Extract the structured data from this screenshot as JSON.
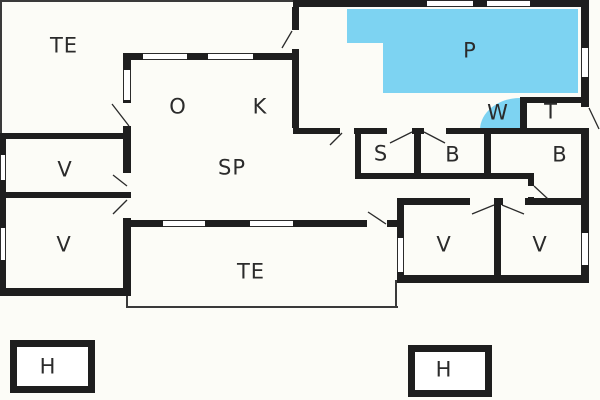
{
  "title": "floor-plan",
  "colors": {
    "wall": "#1e1e1e",
    "water": "#7dd3f2",
    "background": "#fcfcf7",
    "label": "#2b2b2b"
  },
  "rooms": [
    {
      "id": "terrace-top",
      "label": "TE"
    },
    {
      "id": "dining-area",
      "label": "O"
    },
    {
      "id": "kitchen",
      "label": "K"
    },
    {
      "id": "living-room",
      "label": "SP"
    },
    {
      "id": "pool",
      "label": "P"
    },
    {
      "id": "bathroom",
      "label": "W"
    },
    {
      "id": "toilet",
      "label": "T"
    },
    {
      "id": "sauna",
      "label": "S"
    },
    {
      "id": "bedroom-b-left",
      "label": "B"
    },
    {
      "id": "bedroom-b-right",
      "label": "B"
    },
    {
      "id": "bedroom-v-upper-left",
      "label": "V"
    },
    {
      "id": "bedroom-v-lower-left",
      "label": "V"
    },
    {
      "id": "bedroom-v-bottom-left",
      "label": "V"
    },
    {
      "id": "bedroom-v-bottom-right",
      "label": "V"
    },
    {
      "id": "terrace-bottom",
      "label": "TE"
    },
    {
      "id": "shed-left",
      "label": "H"
    },
    {
      "id": "shed-right",
      "label": "H"
    }
  ]
}
